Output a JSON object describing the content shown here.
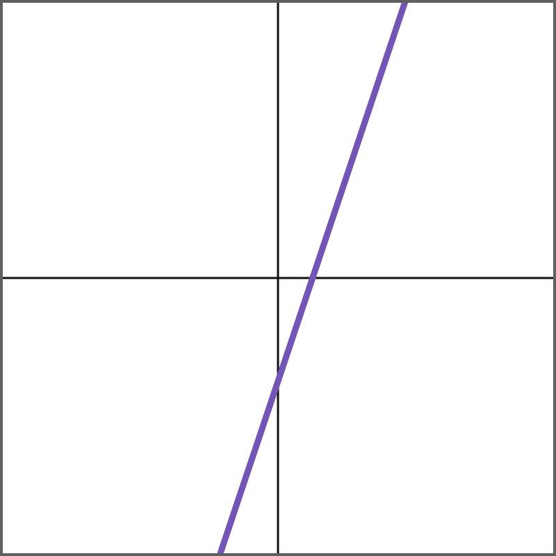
{
  "chart_data": {
    "type": "line",
    "title": "",
    "xlabel": "",
    "ylabel": "",
    "xlim": [
      -10,
      10
    ],
    "ylim": [
      -10,
      10
    ],
    "grid": false,
    "axes_visible": true,
    "tick_labels_visible": false,
    "series": [
      {
        "x": [
          -2.1,
          4.6
        ],
        "y": [
          -10,
          10
        ],
        "color": "#7355b5"
      }
    ]
  },
  "colors": {
    "frame": "#5f5f5f",
    "axis": "#111111",
    "background": "#ffffff"
  }
}
